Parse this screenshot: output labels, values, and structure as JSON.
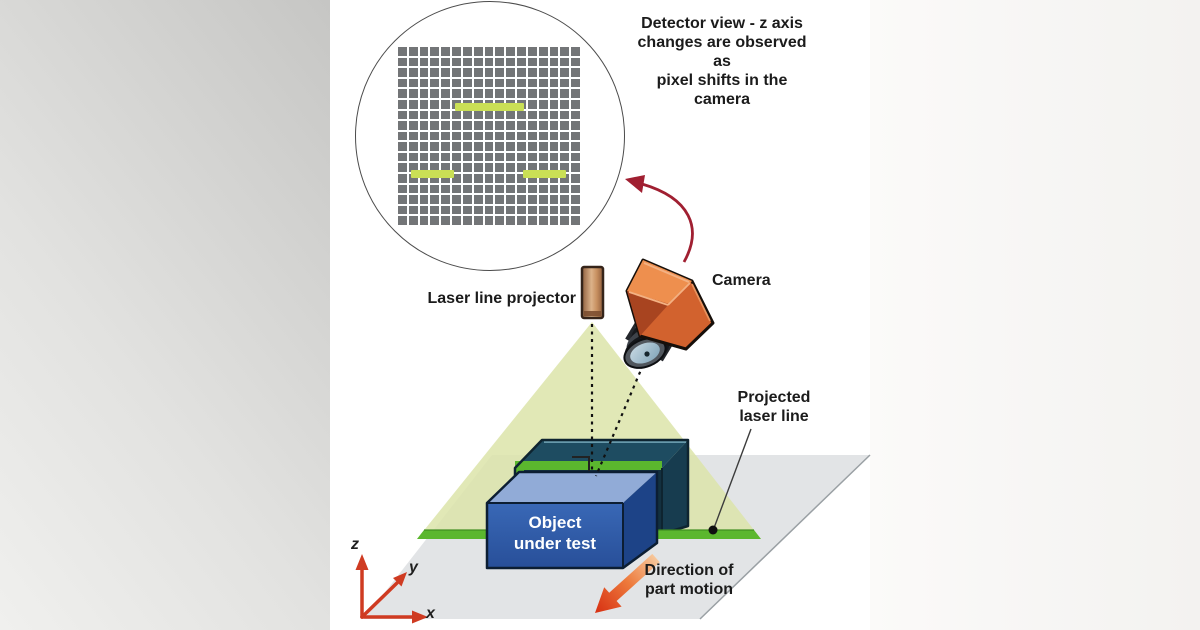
{
  "detector": {
    "caption": "Detector view - z axis\nchanges are observed as\npixel shifts in the camera",
    "grid": {
      "rows": 17,
      "cols": 17,
      "segments": [
        {
          "row": 5.35,
          "col": 5.3,
          "span": 6.7
        },
        {
          "row": 11.75,
          "col": 1.2,
          "span": 4.2
        },
        {
          "row": 11.75,
          "col": 11.7,
          "span": 4.2
        }
      ]
    }
  },
  "labels": {
    "camera": "Camera",
    "laser_projector": "Laser line projector",
    "projected_laser": "Projected\nlaser line",
    "object": "Object\nunder test",
    "direction": "Direction of\npart motion"
  },
  "axes": {
    "x": "x",
    "y": "y",
    "z": "z"
  },
  "colors": {
    "laser-green": "#5bb72e",
    "laser-green-dark": "#3f8f20",
    "pixel-gray": "#737577",
    "pixel-highlight": "#cadf55",
    "cone": "#dce4a9",
    "plane-gray": "#e2e4e6",
    "box-blue": "#2f5ca8",
    "box-blue-top": "#91abd7",
    "box-blue-side": "#1d4387",
    "box-teal-top": "#1e4c61",
    "box-teal-side": "#173c4f",
    "box-teal-front": "#13303f",
    "camera-orange": "#d2622e",
    "camera-orange-top": "#ee8f4e",
    "camera-orange-left": "#a84420",
    "arrow-red": "#a01f31",
    "motion-red": "#d72f12",
    "axis-red": "#cf3b22"
  }
}
